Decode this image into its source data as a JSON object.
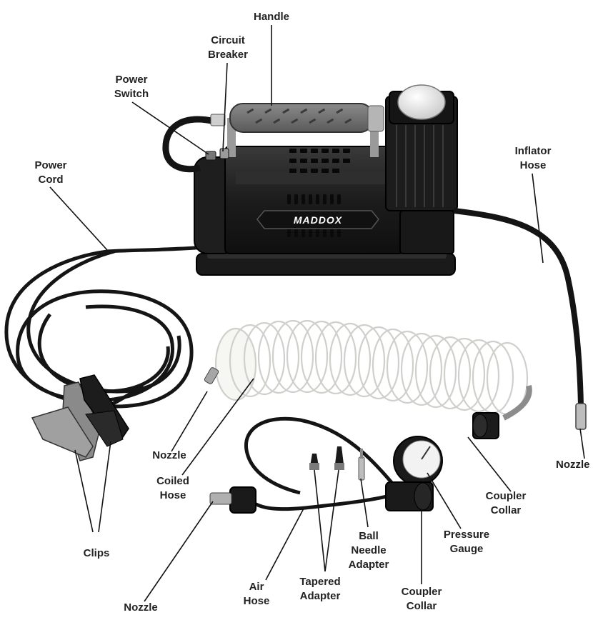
{
  "brand": "MADDOX",
  "labels": {
    "handle": "Handle",
    "circuit_breaker": "Circuit\nBreaker",
    "power_switch": "Power\nSwitch",
    "power_cord": "Power\nCord",
    "inflator_hose": "Inflator\nHose",
    "nozzle_right": "Nozzle",
    "nozzle_coiled": "Nozzle",
    "coiled_hose": "Coiled\nHose",
    "clips": "Clips",
    "coupler_collar_upper": "Coupler\nCollar",
    "pressure_gauge": "Pressure\nGauge",
    "ball_needle_adapter": "Ball\nNeedle\nAdapter",
    "nozzle_bottom": "Nozzle",
    "air_hose": "Air\nHose",
    "tapered_adapter": "Tapered\nAdapter",
    "coupler_collar_lower": "Coupler\nCollar"
  },
  "colors": {
    "body": "#2a2a2a",
    "body_dark": "#141414",
    "grip": "#6e6e6e",
    "coil": "#f4f4f1",
    "clip": "#8a8a8a"
  }
}
